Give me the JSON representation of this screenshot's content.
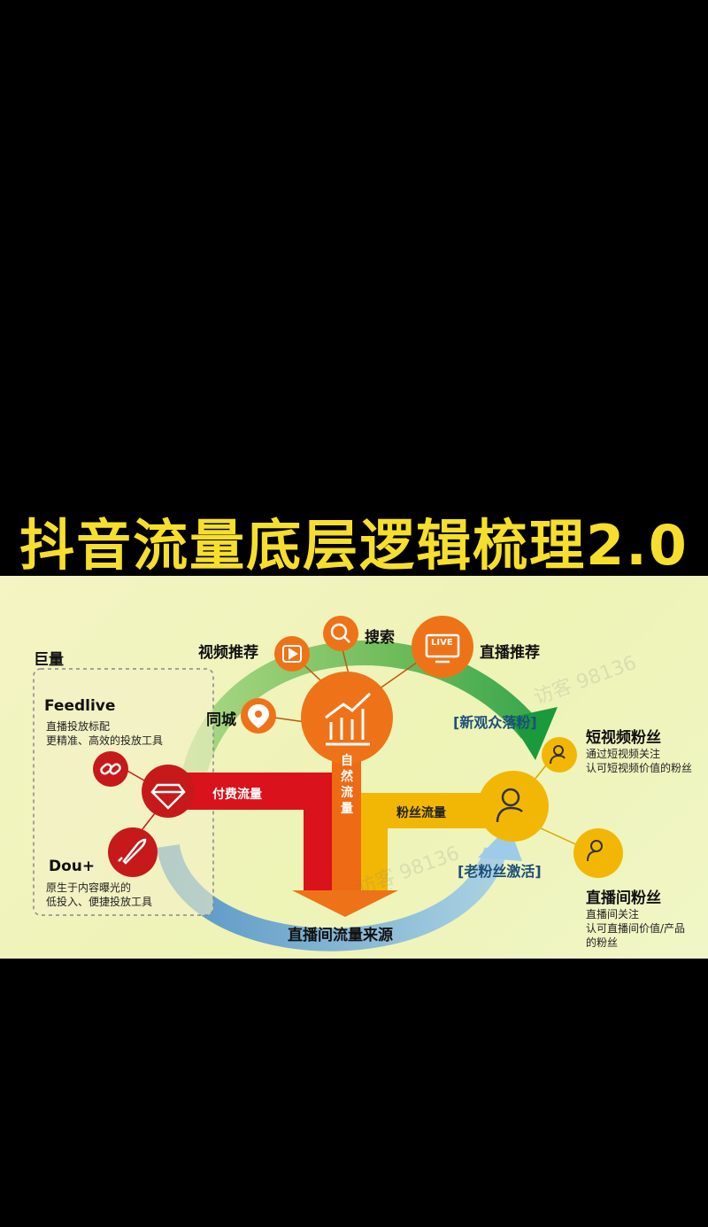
{
  "title": "抖音流量底层逻辑梳理2.0",
  "diagram": {
    "juliang": "巨量",
    "feedlive": {
      "name": "Feedlive",
      "desc1": "直播投放标配",
      "desc2": "更精准、高效的投放工具"
    },
    "dou": {
      "name": "Dou+",
      "desc1": "原生于内容曝光的",
      "desc2": "低投入、便捷投放工具"
    },
    "paid_flow": "付费流量",
    "natural_flow": "自然流量",
    "fan_flow": "粉丝流量",
    "video_rec": "视频推荐",
    "search": "搜索",
    "live_rec": "直播推荐",
    "local": "同城",
    "live_badge": "LIVE",
    "new_audience": "[新观众落粉]",
    "old_fans": "[老粉丝激活]",
    "source": "直播间流量来源",
    "short_video_fans": {
      "name": "短视频粉丝",
      "desc1": "通过短视频关注",
      "desc2": "认可短视频价值的粉丝"
    },
    "live_fans": {
      "name": "直播间粉丝",
      "desc1": "直播间关注",
      "desc2": "认可直播间价值/产品",
      "desc3": "的粉丝"
    },
    "watermark": "访客 98136"
  },
  "colors": {
    "title": "#f5df2c",
    "red": "#d9121b",
    "orange": "#ee7318",
    "yellow": "#f2b705",
    "green": "#7bc24a",
    "blue": "#4a8fc5"
  }
}
